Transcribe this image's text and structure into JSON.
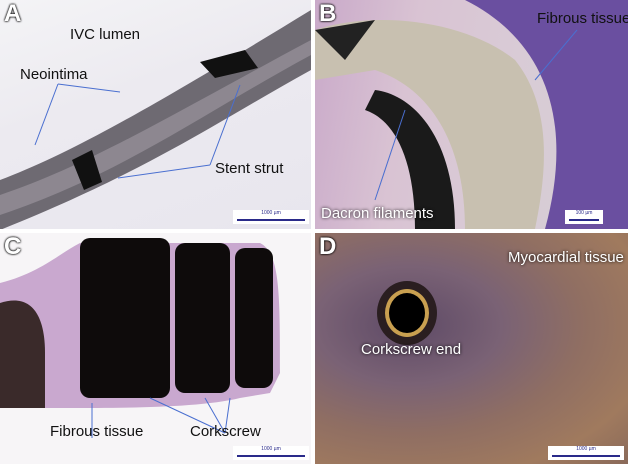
{
  "panels": [
    {
      "letter": "A",
      "labels": [
        "IVC lumen",
        "Neointima",
        "Stent strut"
      ],
      "scale": "1000 µm"
    },
    {
      "letter": "B",
      "labels": [
        "Fibrous tissue",
        "Dacron filaments"
      ],
      "scale": "100 µm"
    },
    {
      "letter": "C",
      "labels": [
        "Fibrous tissue",
        "Corkscrew"
      ],
      "scale": "1000 µm"
    },
    {
      "letter": "D",
      "labels": [
        "Myocardial tissue",
        "Corkscrew end"
      ],
      "scale": "1000 µm"
    }
  ],
  "colors": {
    "arrow": "#4a6fd0",
    "stain": "#6a4fa0"
  }
}
